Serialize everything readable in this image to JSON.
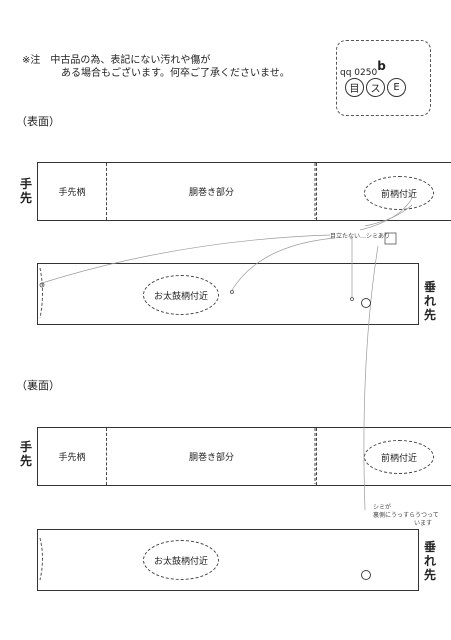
{
  "note": {
    "line1": "※注　中古品の為、表記にない汚れや傷が",
    "line2": "ある場合もございます。何卒ご了承くださいませ。"
  },
  "stamp": {
    "code": "qq 0250",
    "suffix": "b",
    "circles": [
      "目",
      "ス",
      "E"
    ]
  },
  "front": {
    "heading": "（表面）",
    "te_saki": "手先",
    "tare_saki": "垂れ先",
    "cells": [
      "手先柄",
      "胴巻き部分",
      "前柄付近"
    ],
    "otaiko": "お太鼓柄付近",
    "annotation": "目立たない…シミあり"
  },
  "back": {
    "heading": "（裏面）",
    "te_saki": "手先",
    "tare_saki": "垂れ先",
    "cells": [
      "手先柄",
      "胴巻き部分",
      "前柄付近"
    ],
    "otaiko": "お太鼓柄付近",
    "annotation_line1": "シミが",
    "annotation_line2": "裏側にうっすらうつって",
    "annotation_line3": "います"
  }
}
